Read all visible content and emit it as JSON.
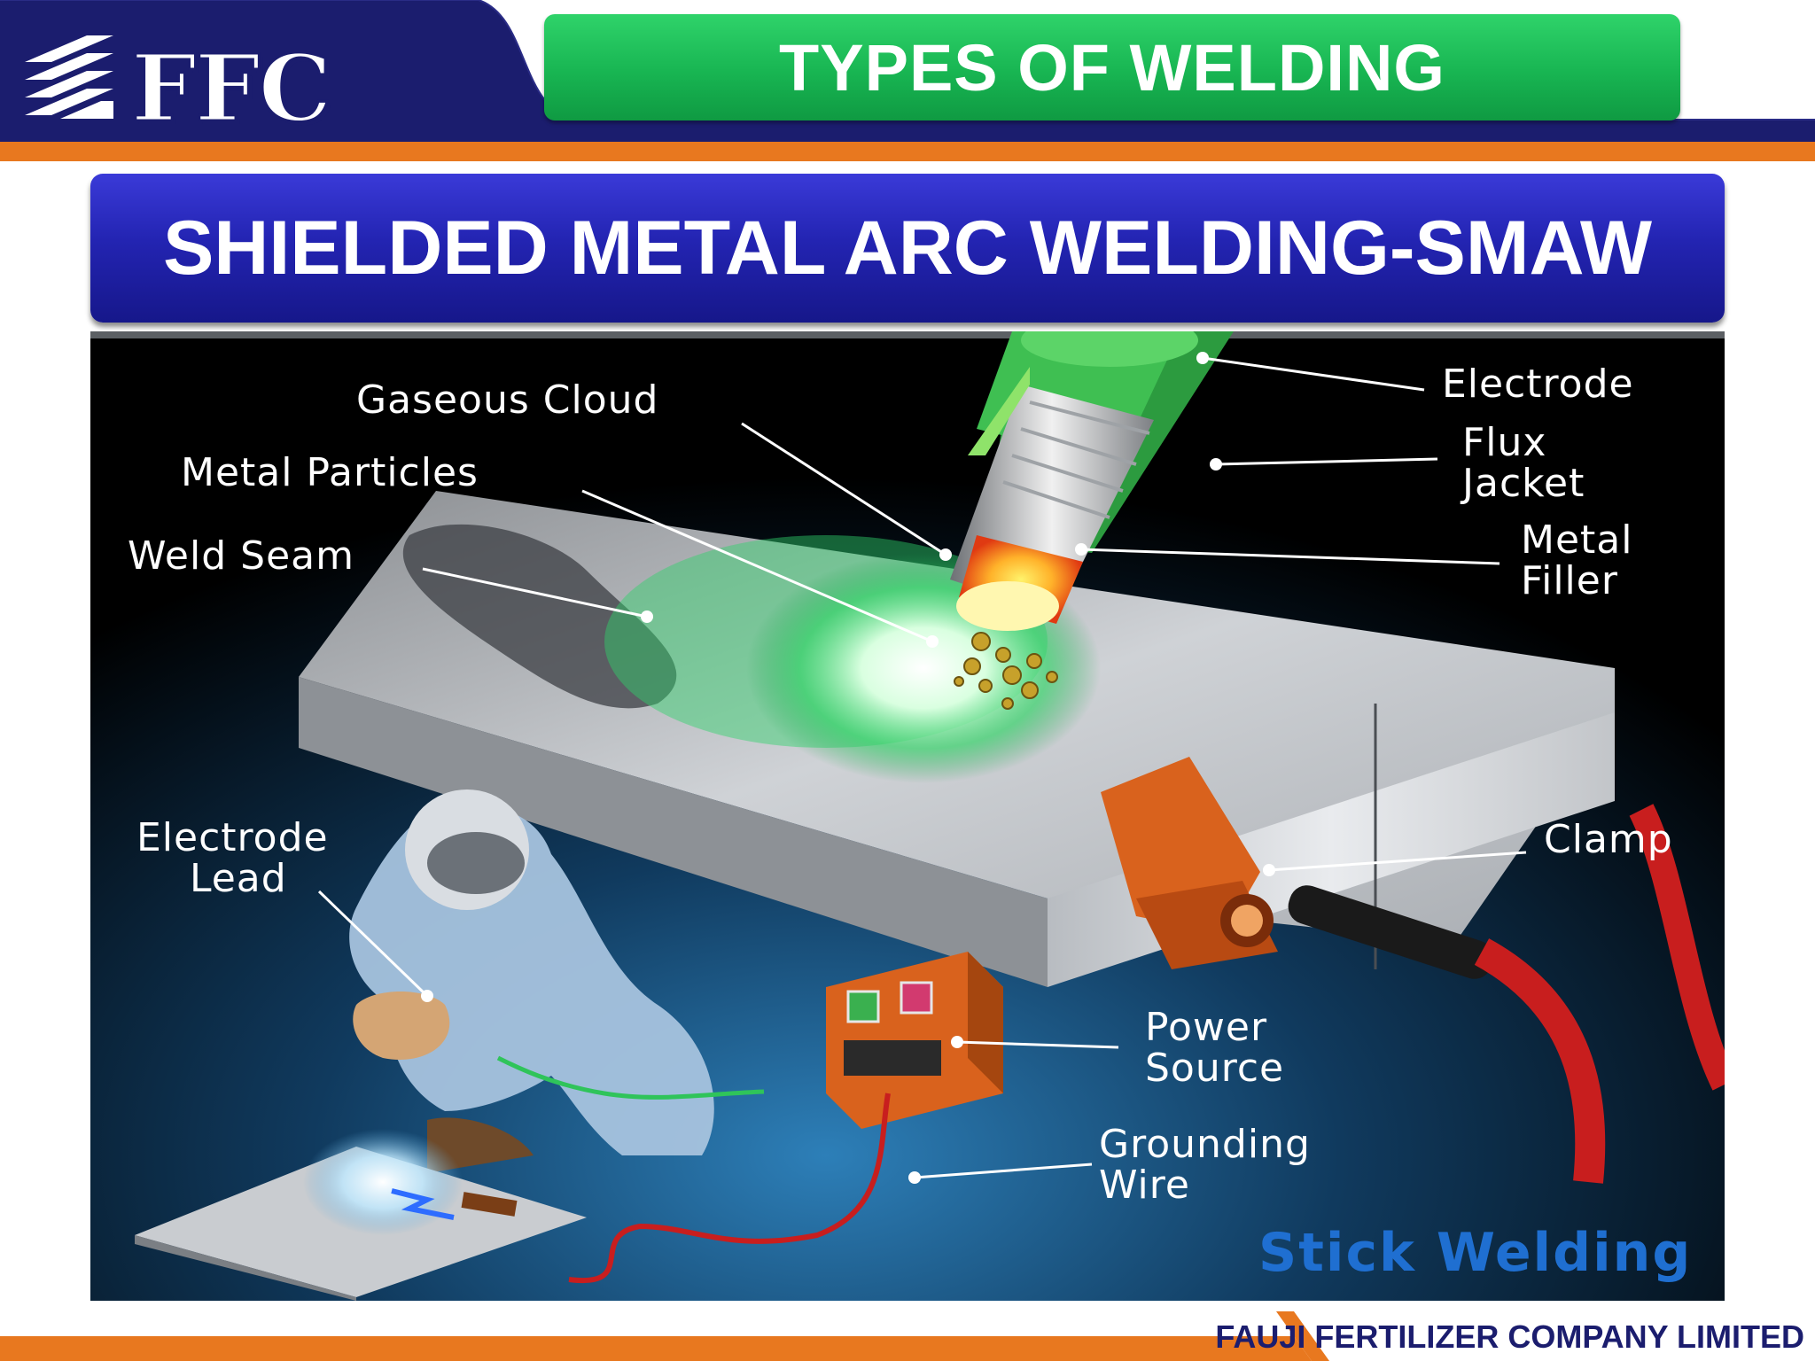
{
  "header": {
    "logo_text": "FFC",
    "title": "TYPES OF WELDING"
  },
  "slide": {
    "subtitle": "SHIELDED METAL ARC WELDING-SMAW"
  },
  "diagram": {
    "labels": {
      "electrode": "Electrode",
      "flux_jacket_1": "Flux",
      "flux_jacket_2": "Jacket",
      "metal_filler_1": "Metal",
      "metal_filler_2": "Filler",
      "gaseous_cloud": "Gaseous Cloud",
      "metal_particles": "Metal Particles",
      "weld_seam": "Weld Seam",
      "clamp": "Clamp",
      "electrode_lead_1": "Electrode",
      "electrode_lead_2": "Lead",
      "power_source_1": "Power",
      "power_source_2": "Source",
      "grounding_wire_1": "Grounding",
      "grounding_wire_2": "Wire"
    },
    "caption": "Stick Welding"
  },
  "footer": {
    "company": "FAUJI FERTILIZER COMPANY LIMITED"
  },
  "colors": {
    "navy": "#1b1d6e",
    "orange": "#e8781f",
    "green_title": "#18b552",
    "blue_bar": "#2324b2",
    "stick_welding_blue": "#1f6fd1"
  }
}
